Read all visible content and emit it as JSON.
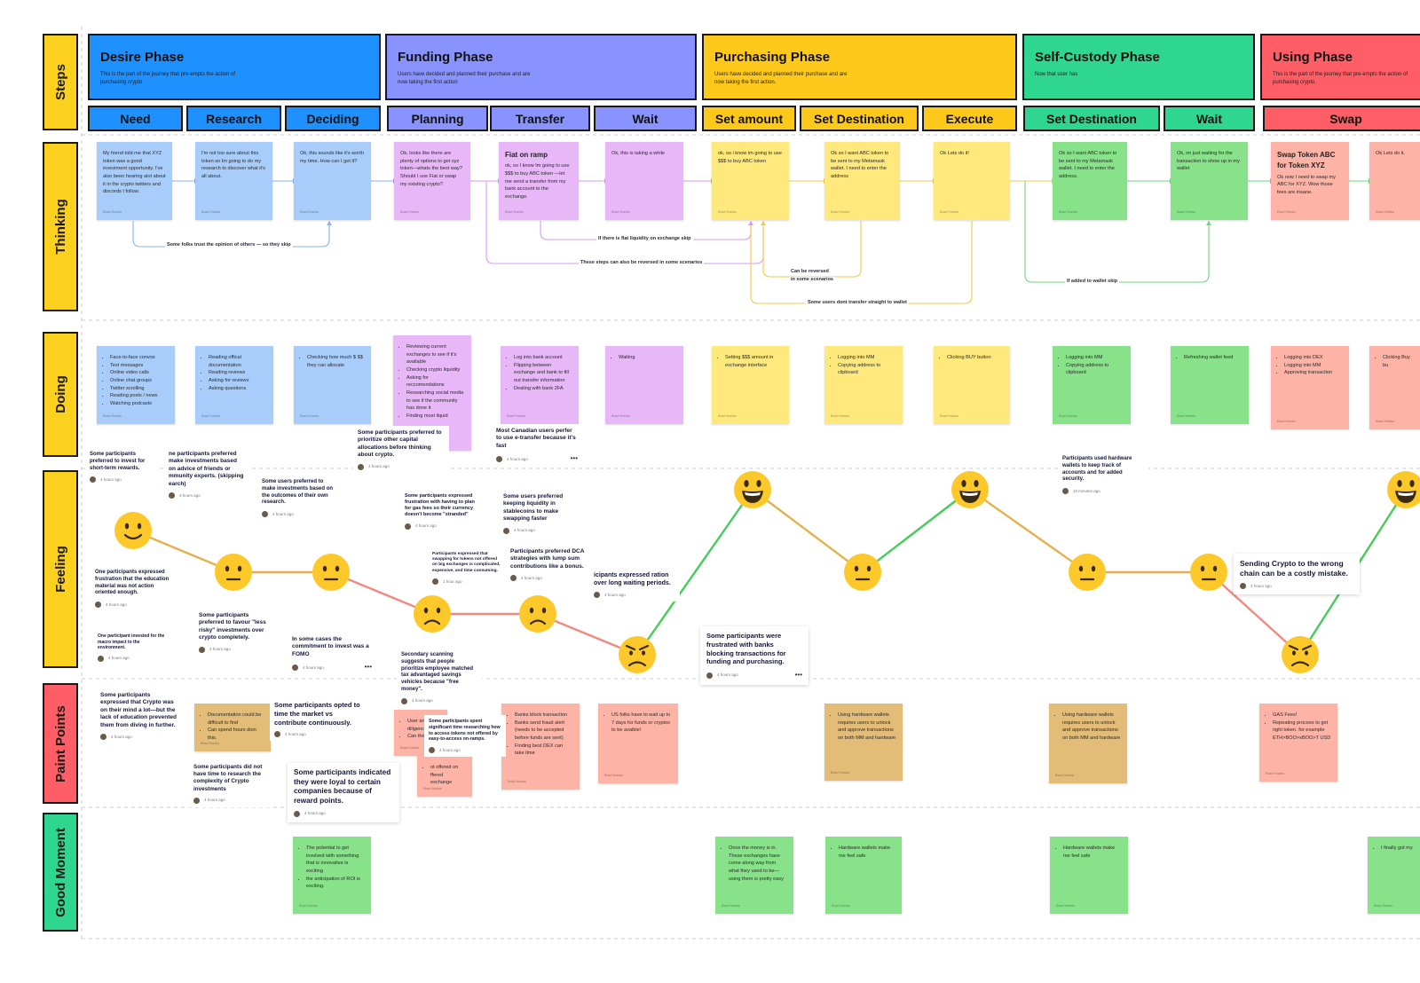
{
  "colors": {
    "lane_label": "#fcd01f",
    "desire": "#1e90ff",
    "funding": "#8893ff",
    "purchasing": "#ffc91c",
    "self_custody": "#2fd68f",
    "using": "#ff5e66",
    "sticky_blue": "#a9cdfb",
    "sticky_purple": "#e7b7f7",
    "sticky_yellow": "#ffe97c",
    "sticky_green": "#88e28a",
    "sticky_pink": "#fdb3a6",
    "sticky_tan": "#e3bc78",
    "line_orange": "#e5b04f",
    "line_red": "#f08a80",
    "line_green": "#45cc5a",
    "emoji_face": "#fdc82a",
    "emoji_stroke": "#3a2a10"
  },
  "lanes": [
    {
      "id": "steps",
      "label": "Steps"
    },
    {
      "id": "thinking",
      "label": "Thinking"
    },
    {
      "id": "doing",
      "label": "Doing"
    },
    {
      "id": "feeling",
      "label": "Feeling"
    },
    {
      "id": "pain",
      "label": "Paint Points"
    },
    {
      "id": "good",
      "label": "Good Moment"
    }
  ],
  "phases": [
    {
      "title": "Desire Phase",
      "desc": "This is the part of the journey that pre-empts the action of purchasing crypto",
      "color": "desire"
    },
    {
      "title": "Funding Phase",
      "desc": "Users have decided and planned their purchase and are now taking the first action",
      "color": "funding"
    },
    {
      "title": "Purchasing Phase",
      "desc": "Users have decided and planned their purchase and are now taking the first action.",
      "color": "purchasing"
    },
    {
      "title": "Self-Custody Phase",
      "desc": "Now that user has",
      "color": "self_custody"
    },
    {
      "title": "Using Phase",
      "desc": "This is the part of the journey that pre-empts the action of purchasing crypto.",
      "color": "using"
    }
  ],
  "steps": [
    {
      "label": "Need",
      "color": "desire"
    },
    {
      "label": "Research",
      "color": "desire"
    },
    {
      "label": "Deciding",
      "color": "desire"
    },
    {
      "label": "Planning",
      "color": "funding"
    },
    {
      "label": "Transfer",
      "color": "funding"
    },
    {
      "label": "Wait",
      "color": "funding"
    },
    {
      "label": "Set amount",
      "color": "purchasing"
    },
    {
      "label": "Set Destination",
      "color": "purchasing"
    },
    {
      "label": "Execute",
      "color": "purchasing"
    },
    {
      "label": "Set Destination",
      "color": "self_custody"
    },
    {
      "label": "Wait",
      "color": "self_custody"
    },
    {
      "label": "Swap",
      "color": "using"
    }
  ],
  "thinking": [
    {
      "text": "My friend told me that XYZ token was a good investment opportunity. I've also been hearing alot about it in the crypto twitters and discords I follow.",
      "author": "Brad Hanks",
      "color": "sticky_blue"
    },
    {
      "text": "I'm not too sure about this token so Im going to do my research to discover what it's all about.",
      "author": "Brad Hanks",
      "color": "sticky_blue"
    },
    {
      "text": "Ok, this sounds like it's worth my time. How can I get it?",
      "author": "Brad Hanks",
      "color": "sticky_blue"
    },
    {
      "text": "Ok, looks like there are plenty of options to get xyz token—whats the best way? Should I use Fiat or swap my existing crypto?",
      "author": "Brad Hanks",
      "color": "sticky_purple"
    },
    {
      "title": "Fiat on ramp",
      "text": "ok, so I know Im going to use $$$ to buy ABC token —let me send a transfer from my bank account to the exchange.",
      "author": "Brad Hanks",
      "color": "sticky_purple"
    },
    {
      "text": "Ok, this is taking a while",
      "author": "Brad Hanks",
      "color": "sticky_purple"
    },
    {
      "text": "ok, so i know im going to use $$$ to buy ABC token",
      "author": "Brad Hanks",
      "color": "sticky_yellow"
    },
    {
      "text": "Ok so I want ABC token to be sent to my Metamask wallet. I need to enter the address",
      "author": "Brad Hanks",
      "color": "sticky_yellow"
    },
    {
      "text": "Ok Lets do it!",
      "author": "Brad Hanks",
      "color": "sticky_yellow"
    },
    {
      "text": "Ok so I want ABC token to be sent to my Metamask wallet. I need to enter the address.",
      "author": "Brad Hanks",
      "color": "sticky_green"
    },
    {
      "text": "Ok, im just waiting for the transaction to show up in my wallet",
      "author": "Brad Hanks",
      "color": "sticky_green"
    },
    {
      "title": "Swap Token ABC for Token XYZ",
      "text": "Ok now I need to swap my ABC for XYZ. Wow those fees are insane.",
      "author": "Brad Hanks",
      "color": "sticky_pink"
    },
    {
      "text": "Ok Lets do it.",
      "author": "Brad Hanks",
      "color": "sticky_pink"
    }
  ],
  "thinking_annotations": [
    "Some folks trust the opinion of others — so they skip",
    "If there is flat liquidity on exchange skip",
    "These steps can also be reversed in some scenarios",
    "Can be reversed",
    "in some scenarios",
    "Some users dont transfer straight to wallet",
    "If added to wallet skip"
  ],
  "doing": [
    {
      "items": [
        "Face-to-face convos",
        "Text messages",
        "Online video calls",
        "Online chat groups",
        "Twitter scrolling",
        "Reading posts / news",
        "Watching podcasts"
      ],
      "author": "Brad Hanks",
      "color": "sticky_blue"
    },
    {
      "items": [
        "Reading offical documentation",
        "Reading reviews",
        "Asking for reviews",
        "Asking questions"
      ],
      "author": "Brad Hanks",
      "color": "sticky_blue"
    },
    {
      "items": [
        "Checking how much $ $$ they can allocate"
      ],
      "author": "Brad Hanks",
      "color": "sticky_blue"
    },
    {
      "items": [
        "Reviewing current exchanges to see if it's available",
        "Checking crypto liquidity",
        "Asking for reccomendations",
        "Researching social media to see if the community has done it",
        "Finding most liquid"
      ],
      "author": "Brad Hanks",
      "color": "sticky_purple"
    },
    {
      "items": [
        "Log into bank account",
        "Flipping between exchange and bank to fill out transfer information",
        "Dealing with bank 2FA"
      ],
      "author": "Brad Hanks",
      "color": "sticky_purple"
    },
    {
      "items": [
        "Waiting"
      ],
      "author": "Brad Hanks",
      "color": "sticky_purple"
    },
    {
      "items": [
        "Setting $$$ amount in exchange interface"
      ],
      "author": "Brad Hanks",
      "color": "sticky_yellow"
    },
    {
      "items": [
        "Logging into MM",
        "Copying address to clipboard"
      ],
      "author": "Brad Hanks",
      "color": "sticky_yellow"
    },
    {
      "items": [
        "Clicking BUY button"
      ],
      "author": "Brad Hanks",
      "color": "sticky_yellow"
    },
    {
      "items": [
        "Logging into MM",
        "Copying address to clipboard"
      ],
      "author": "Brad Hanks",
      "color": "sticky_green"
    },
    {
      "items": [
        "Refreshing wallet feed"
      ],
      "author": "Brad Hanks",
      "color": "sticky_green"
    },
    {
      "items": [
        "Logging into DEX",
        "Logging into MM",
        "Approving transaction"
      ],
      "author": "Brad Hanks",
      "color": "sticky_pink"
    },
    {
      "items": [
        "Clicking Buy bu"
      ],
      "author": "Brad Hanks",
      "color": "sticky_pink"
    }
  ],
  "feeling_chart": {
    "levels": [
      "very-sad",
      "sad",
      "neutral",
      "happy",
      "very-happy"
    ],
    "points": [
      {
        "mood": "happy"
      },
      {
        "mood": "neutral"
      },
      {
        "mood": "neutral"
      },
      {
        "mood": "sad"
      },
      {
        "mood": "sad"
      },
      {
        "mood": "very-sad"
      },
      {
        "mood": "very-happy"
      },
      {
        "mood": "neutral"
      },
      {
        "mood": "very-happy"
      },
      {
        "mood": "neutral"
      },
      {
        "mood": "neutral"
      },
      {
        "mood": "very-sad"
      },
      {
        "mood": "very-happy"
      }
    ]
  },
  "comments": [
    {
      "text": "Some participants preferred to invest for short-term rewards.",
      "time": "4 hours ago"
    },
    {
      "text": "ne participants preferred make investments based on advice of friends or mmunity experts. (skipping earch)",
      "time": "4 hours ago"
    },
    {
      "text": "Some users preferred to make investments based on the outcomes of their own research.",
      "time": "4 hours ago"
    },
    {
      "text": "Some participants preferred to prioritize other capital allocations before thinking about crypto.",
      "time": "4 hours ago"
    },
    {
      "text": "Most Canadian users perfer to use e-transfer because it's fast",
      "time": "4 hours ago"
    },
    {
      "text": "Some participants expressed frustration with having to plan for gas fees so their currency doesn't become \"stranded\"",
      "time": "4 hours ago"
    },
    {
      "text": "Some users preferred keeping liquidity in stablecoins to make swapping faster",
      "time": "4 hours ago"
    },
    {
      "text": "Participants expressed that swapping for tokens not offered on big exchanges is complicated, expensive, and time consuming.",
      "time": "1 hour ago"
    },
    {
      "text": "Participants preferred DCA strategies with lump sum contributions like a bonus.",
      "time": "4 hours ago"
    },
    {
      "text": "icipants expressed ration over long waiting periods.",
      "time": "4 hours ago"
    },
    {
      "text": "One participants expressed frustration that the education material was not action oriented enough.",
      "time": "4 hours ago"
    },
    {
      "text": "Some participants preferred to favour \"less risky\" investments over crypto completely.",
      "time": "4 hours ago"
    },
    {
      "text": "One participant invested for the macro impact to the environment.",
      "time": "4 hours ago"
    },
    {
      "text": "In some cases the commitment to invest was a FOMO",
      "time": "4 hours ago"
    },
    {
      "text": "Secondary scanning suggests that people prioritize employee matched tax advantaged savings vehicles because \"free money\".",
      "time": "4 hours ago"
    },
    {
      "text": "Some participants were frustrated with banks blocking transactions for funding and purchasing.",
      "time": "4 hours ago"
    },
    {
      "text": "Participants used hardware wallets to keep track of accounts and for added security.",
      "time": "10 minutes ago"
    },
    {
      "text": "Sending Crypto to the wrong chain can be a costly mistake.",
      "time": "3 hours ago"
    },
    {
      "text": "Some participants expressed that Crypto was on their mind a lot—but the lack of education prevented them from diving in further.",
      "time": "4 hours ago"
    },
    {
      "text": "Some participants opted to time the market vs contribute continuously.",
      "time": "4 hours ago"
    },
    {
      "text": "Some participants did not have time to research the complexity of Crypto investments",
      "time": "4 hours ago"
    },
    {
      "text": "Some participants indicated they were loyal to certain companies because of reward points.",
      "time": "4 hours ago"
    },
    {
      "text": "Some participants spent significant time researching how to access tokens not offered by easy-to-access on-ramps.",
      "time": "4 hours ago"
    }
  ],
  "pain_points": [
    {
      "items": [
        "Documentation could be difficult to find",
        "Can spend hours doin this."
      ],
      "author": "Brad Hanks",
      "color": "sticky_tan"
    },
    {
      "items": [
        "User and diligenc ment",
        "Can this"
      ],
      "author": "Brad Hanks",
      "color": "sticky_pink"
    },
    {
      "items": [
        "ot offered on ffered exchange"
      ],
      "author": "Brad Hanks",
      "color": "sticky_pink"
    },
    {
      "items": [
        "Banks block transaction",
        "Banks send fraud alert (needs to be accepted before funds are sent)",
        "Finding best DEX can take time"
      ],
      "author": "Brad Hanks",
      "color": "sticky_pink"
    },
    {
      "items": [
        "US folks have to wait up to 7 days for funds or cryptos to be avaible!"
      ],
      "author": "Brad Hanks",
      "color": "sticky_pink"
    },
    {
      "items": [
        "Using hardware wallets requires users to unlock and approve transactions on both MM and hardware"
      ],
      "author": "Brad Hanks",
      "color": "sticky_tan"
    },
    {
      "items": [
        "Using hardware wallets requires users to unlock and approve transactions on both MM and hardware"
      ],
      "author": "Brad Hanks",
      "color": "sticky_tan"
    },
    {
      "items": [
        "GAS Fees!",
        "Repeating process to get right token. for example ETH>BOO>xBOO>T USD"
      ],
      "author": "Brad Hanks",
      "color": "sticky_pink"
    }
  ],
  "good_moments": [
    {
      "items": [
        "The potential to get involved with something that is innovative is exciting",
        "the anticipation of ROI is exciting."
      ],
      "author": "Brad Hanks",
      "color": "sticky_green"
    },
    {
      "items": [
        "Once the money is in. These exchanges have come along way from what they used to be—using them is pretty easy"
      ],
      "author": "Brad Hanks",
      "color": "sticky_green"
    },
    {
      "items": [
        "Hardware wallets make me feel safe"
      ],
      "author": "Brad Hanks",
      "color": "sticky_green"
    },
    {
      "items": [
        "Hardware wallets make me feel safe"
      ],
      "author": "Brad Hanks",
      "color": "sticky_green"
    },
    {
      "items": [
        "I finally got my"
      ],
      "author": "Brad Hanks",
      "color": "sticky_green"
    }
  ]
}
